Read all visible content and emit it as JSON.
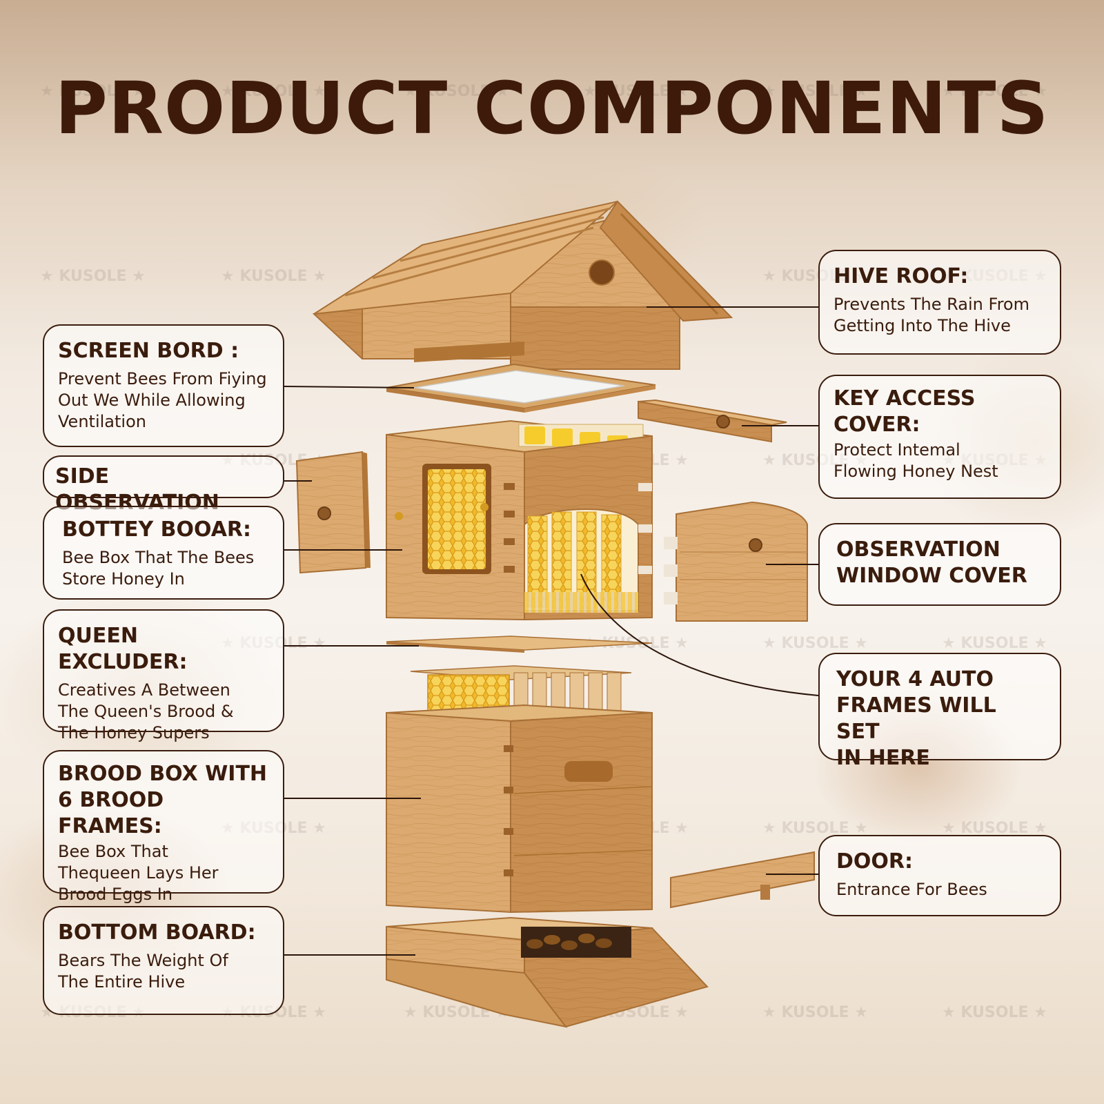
{
  "title": "PRODUCT COMPONENTS",
  "watermark": "★ KUSOLE ★",
  "colors": {
    "title": "#3d1a0a",
    "text": "#3a1c0d",
    "wood_light": "#e2b27a",
    "wood_mid": "#d29b5e",
    "wood_dark": "#b57a3f",
    "honey": "#f2c02a"
  },
  "callouts": {
    "hive_roof": {
      "heading": "HIVE ROOF:",
      "desc": [
        "Prevents The Rain From",
        "Getting Into The Hive"
      ]
    },
    "screen_bord": {
      "heading": "SCREEN BORD :",
      "desc": [
        "Prevent Bees From Fiying",
        "Out We While Allowing",
        "Ventilation"
      ]
    },
    "key_access_cover": {
      "heading": [
        "KEY ACCESS",
        "COVER:"
      ],
      "desc": [
        "Protect Intemal",
        "Flowing Honey Nest"
      ]
    },
    "side_observation": {
      "heading": "SIDE OBSERVATION"
    },
    "bottey_booar": {
      "heading": "BOTTEY BOOAR:",
      "desc": [
        "Bee Box That The Bees",
        "Store Honey In"
      ]
    },
    "observation_window_cover": {
      "heading": [
        "OBSERVATION",
        "WINDOW COVER"
      ]
    },
    "queen_excluder": {
      "heading": "QUEEN EXCLUDER:",
      "desc": [
        "Creatives A Between",
        "The Queen's Brood &",
        "The Honey Supers"
      ]
    },
    "auto_frames": {
      "heading": [
        "YOUR 4 AUTO",
        "FRAMES WILL SET",
        "IN HERE"
      ]
    },
    "brood_box": {
      "heading": [
        "BROOD BOX WITH",
        "6 BROOD FRAMES:"
      ],
      "desc": [
        "Bee Box That",
        "Thequeen Lays Her",
        "Brood Eggs In"
      ]
    },
    "door": {
      "heading": "DOOR:",
      "desc": [
        "Entrance For Bees"
      ]
    },
    "bottom_board": {
      "heading": "BOTTOM BOARD:",
      "desc": [
        "Bears The Weight Of",
        "The Entire Hive"
      ]
    }
  }
}
